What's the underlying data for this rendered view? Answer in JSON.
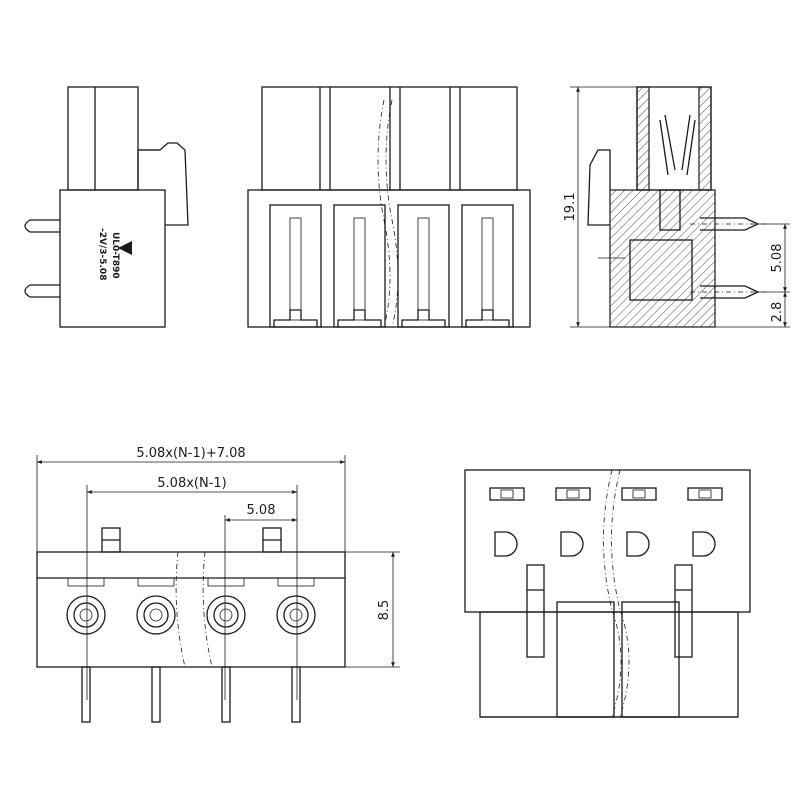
{
  "dimensions": {
    "height_total": "19.1",
    "pin_pitch_side": "5.08",
    "pin_offset": "2.8",
    "overall_width": "5.08x(N-1)+7.08",
    "pin_span": "5.08x(N-1)",
    "pitch": "5.08",
    "body_height": "8.5"
  },
  "marking": {
    "line1": "UL0-T890",
    "line2": "-2V/3-5.08"
  },
  "positions": 4,
  "colors": {
    "line": "#1a1a1a",
    "background": "#ffffff"
  }
}
